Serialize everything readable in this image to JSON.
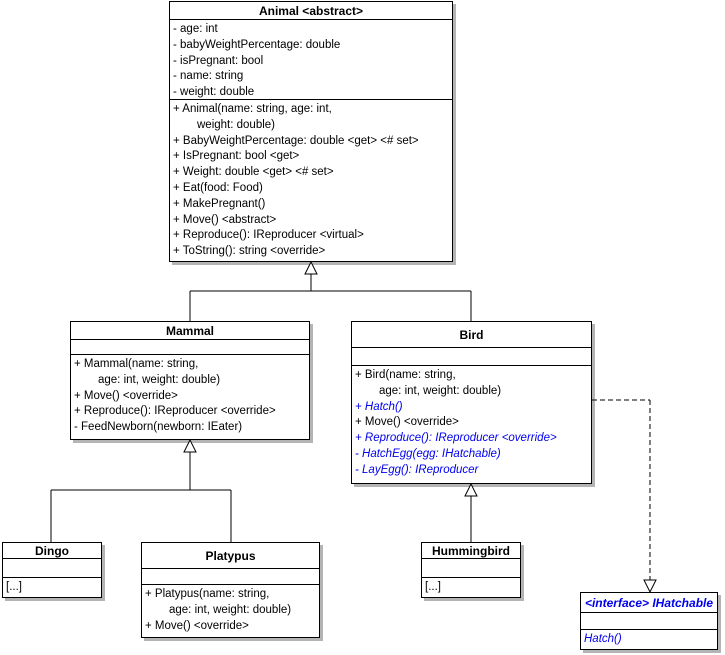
{
  "colors": {
    "accent_blue": "#0000ee",
    "box_border": "#000000",
    "box_fill": "#ffffff",
    "shadow": "#b4b4b4"
  },
  "classes": {
    "animal": {
      "title": "Animal <abstract>",
      "fields": [
        {
          "text": "- age: int"
        },
        {
          "text": "- babyWeightPercentage: double"
        },
        {
          "text": "- isPregnant: bool"
        },
        {
          "text": "- name: string"
        },
        {
          "text": "- weight: double"
        }
      ],
      "methods": [
        {
          "text": "+ Animal(name: string, age: int,"
        },
        {
          "text": "weight: double)",
          "indent": true
        },
        {
          "text": "+ BabyWeightPercentage: double <get> <# set>"
        },
        {
          "text": "+ IsPregnant: bool <get>"
        },
        {
          "text": "+ Weight: double <get> <# set>"
        },
        {
          "text": "+ Eat(food: Food)"
        },
        {
          "text": "+ MakePregnant()"
        },
        {
          "text": "+ Move() <abstract>"
        },
        {
          "text": "+ Reproduce(): IReproducer <virtual>"
        },
        {
          "text": "+ ToString(): string <override>"
        }
      ]
    },
    "mammal": {
      "title": "Mammal",
      "fields": [],
      "methods": [
        {
          "text": "+ Mammal(name: string,"
        },
        {
          "text": "age: int, weight: double)",
          "indent": true
        },
        {
          "text": "+ Move() <override>"
        },
        {
          "text": "+ Reproduce(): IReproducer <override>"
        },
        {
          "text": "- FeedNewborn(newborn: IEater)"
        }
      ]
    },
    "bird": {
      "title": "Bird",
      "fields": [],
      "methods": [
        {
          "text": "+ Bird(name: string,"
        },
        {
          "text": "age: int, weight: double)",
          "indent": true
        },
        {
          "text": "+ Hatch()",
          "blue": true
        },
        {
          "text": "+ Move() <override>"
        },
        {
          "text": "+ Reproduce(): IReproducer <override>",
          "blue": true
        },
        {
          "text": "- HatchEgg(egg: IHatchable)",
          "blue": true
        },
        {
          "text": "- LayEgg(): IReproducer",
          "blue": true
        }
      ]
    },
    "dingo": {
      "title": "Dingo",
      "fields": [],
      "methods": [
        {
          "text": "[...]"
        }
      ]
    },
    "platypus": {
      "title": "Platypus",
      "fields": [],
      "methods": [
        {
          "text": "+ Platypus(name: string,"
        },
        {
          "text": "age: int, weight: double)",
          "indent": true
        },
        {
          "text": "+ Move() <override>"
        }
      ]
    },
    "hummingbird": {
      "title": "Hummingbird",
      "fields": [],
      "methods": [
        {
          "text": "[...]"
        }
      ]
    },
    "ihatchable": {
      "title": "<interface> IHatchable",
      "fields": [],
      "methods": [
        {
          "text": "Hatch()",
          "blue": true
        }
      ]
    }
  },
  "relations": [
    {
      "from": "Mammal",
      "to": "Animal",
      "type": "inheritance"
    },
    {
      "from": "Bird",
      "to": "Animal",
      "type": "inheritance"
    },
    {
      "from": "Dingo",
      "to": "Mammal",
      "type": "inheritance"
    },
    {
      "from": "Platypus",
      "to": "Mammal",
      "type": "inheritance"
    },
    {
      "from": "Hummingbird",
      "to": "Bird",
      "type": "inheritance"
    },
    {
      "from": "Bird",
      "to": "IHatchable",
      "type": "realization"
    }
  ]
}
